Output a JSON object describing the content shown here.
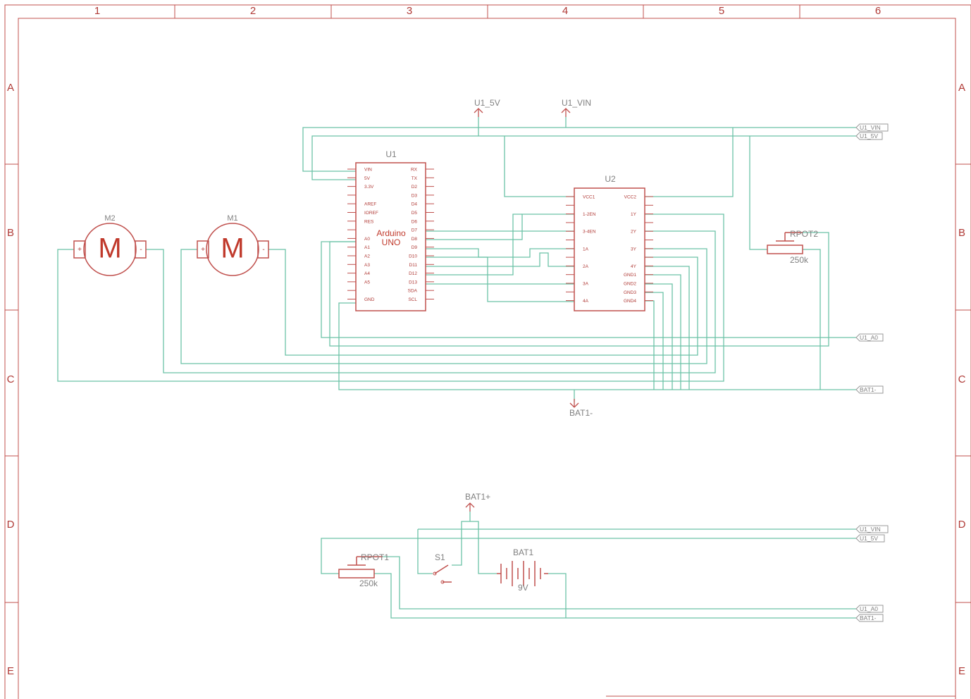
{
  "frame": {
    "columns": [
      "1",
      "2",
      "3",
      "4",
      "5",
      "6"
    ],
    "rows": [
      "A",
      "B",
      "C",
      "D",
      "E"
    ]
  },
  "parts": {
    "u1": {
      "name": "U1",
      "label_line1": "Arduino",
      "label_line2": "UNO",
      "left_pins": [
        "VIN",
        "5V",
        "3.3V",
        "",
        "AREF",
        "IOREF",
        "RES",
        "",
        "A0",
        "A1",
        "A2",
        "A3",
        "A4",
        "A5",
        "",
        "GND"
      ],
      "right_pins": [
        "RX",
        "TX",
        "D2",
        "D3",
        "D4",
        "D5",
        "D6",
        "D7",
        "D8",
        "D9",
        "D10",
        "D11",
        "D12",
        "D13",
        "SDA",
        "SCL"
      ]
    },
    "u2": {
      "name": "U2",
      "left_pins": [
        "VCC1",
        "",
        "1-2EN",
        "",
        "3-4EN",
        "",
        "1A",
        "",
        "2A",
        "",
        "3A",
        "",
        "4A"
      ],
      "right_pins": [
        "VCC2",
        "",
        "1Y",
        "",
        "2Y",
        "",
        "3Y",
        "",
        "4Y",
        "GND1",
        "GND2",
        "GND3",
        "GND4"
      ]
    },
    "m1": {
      "name": "M1",
      "symbol": "M",
      "plus": "+",
      "minus": "-"
    },
    "m2": {
      "name": "M2",
      "symbol": "M",
      "plus": "+",
      "minus": "-"
    },
    "rpot1": {
      "name": "RPOT1",
      "value": "250k"
    },
    "rpot2": {
      "name": "RPOT2",
      "value": "250k"
    },
    "s1": {
      "name": "S1"
    },
    "bat1": {
      "name": "BAT1",
      "value": "9V"
    }
  },
  "supplies": {
    "u1_5v": "U1_5V",
    "u1_vin": "U1_VIN",
    "bat1_minus": "BAT1-",
    "bat1_plus": "BAT1+"
  },
  "net_labels": {
    "top": [
      "U1_VIN",
      "U1_5V",
      "U1_A0",
      "BAT1-"
    ],
    "bottom": [
      "U1_VIN",
      "U1_5V",
      "U1_A0",
      "BAT1-"
    ]
  },
  "colors": {
    "frame": "#c0504d",
    "wire": "#6cc2a7",
    "label_gray": "#808080"
  }
}
